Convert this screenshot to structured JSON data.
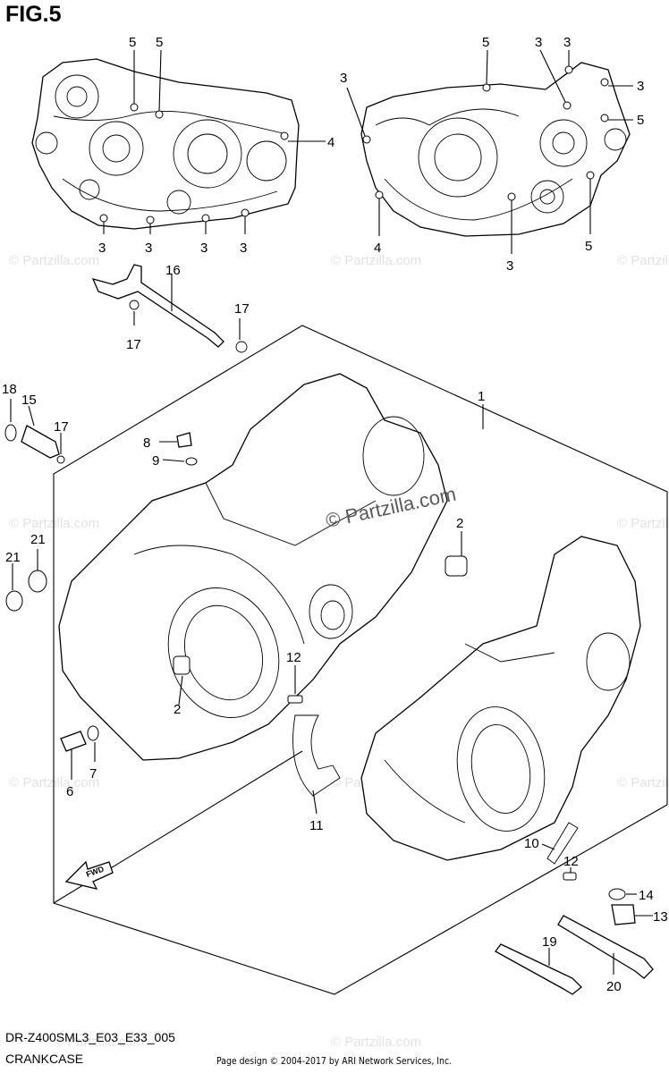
{
  "figure": {
    "title": "FIG.5"
  },
  "footer": {
    "model_code": "DR-Z400SML3_E03_E33_005",
    "section_name": "CRANKCASE",
    "credit": "Page design © 2004-2017 by ARI Network Services, Inc."
  },
  "watermark": {
    "text": "© Partzilla.com",
    "small_text": "© Partzilla.com"
  },
  "callouts": {
    "top_left": [
      "5",
      "5",
      "4",
      "3",
      "3",
      "3",
      "3"
    ],
    "top_right": [
      "3",
      "5",
      "3",
      "3",
      "3",
      "5",
      "4",
      "3",
      "5"
    ],
    "parts": [
      "16",
      "17",
      "17",
      "18",
      "15",
      "17",
      "8",
      "9",
      "1",
      "2",
      "2",
      "21",
      "21",
      "12",
      "12",
      "11",
      "10",
      "6",
      "7",
      "14",
      "13",
      "19",
      "20"
    ]
  },
  "fwd_arrow": {
    "label": "FWD"
  }
}
